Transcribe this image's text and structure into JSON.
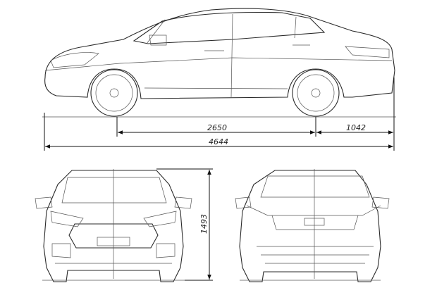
{
  "dimensions": {
    "wheelbase": "2650",
    "rear_overhang": "1042",
    "length": "4644",
    "height": "1493"
  },
  "colors": {
    "line": "#2a2a2a",
    "background": "#ffffff"
  }
}
